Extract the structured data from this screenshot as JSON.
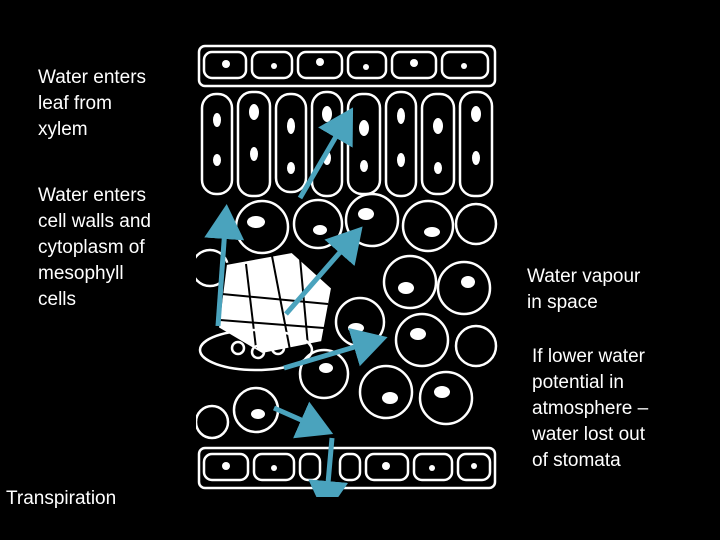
{
  "labels": {
    "xylem": "Water enters\nleaf from\nxylem",
    "cell_walls": "Water enters\ncell walls and\ncytoplasm of\nmesophyll\ncells",
    "transpiration": "Transpiration",
    "vapour": "Water vapour\nin space",
    "stomata": "If lower water\npotential in\natmosphere –\nwater lost out\nof stomata"
  },
  "colors": {
    "arrow": "#4aa3bd",
    "background": "#000000",
    "cells": "#ffffff"
  }
}
